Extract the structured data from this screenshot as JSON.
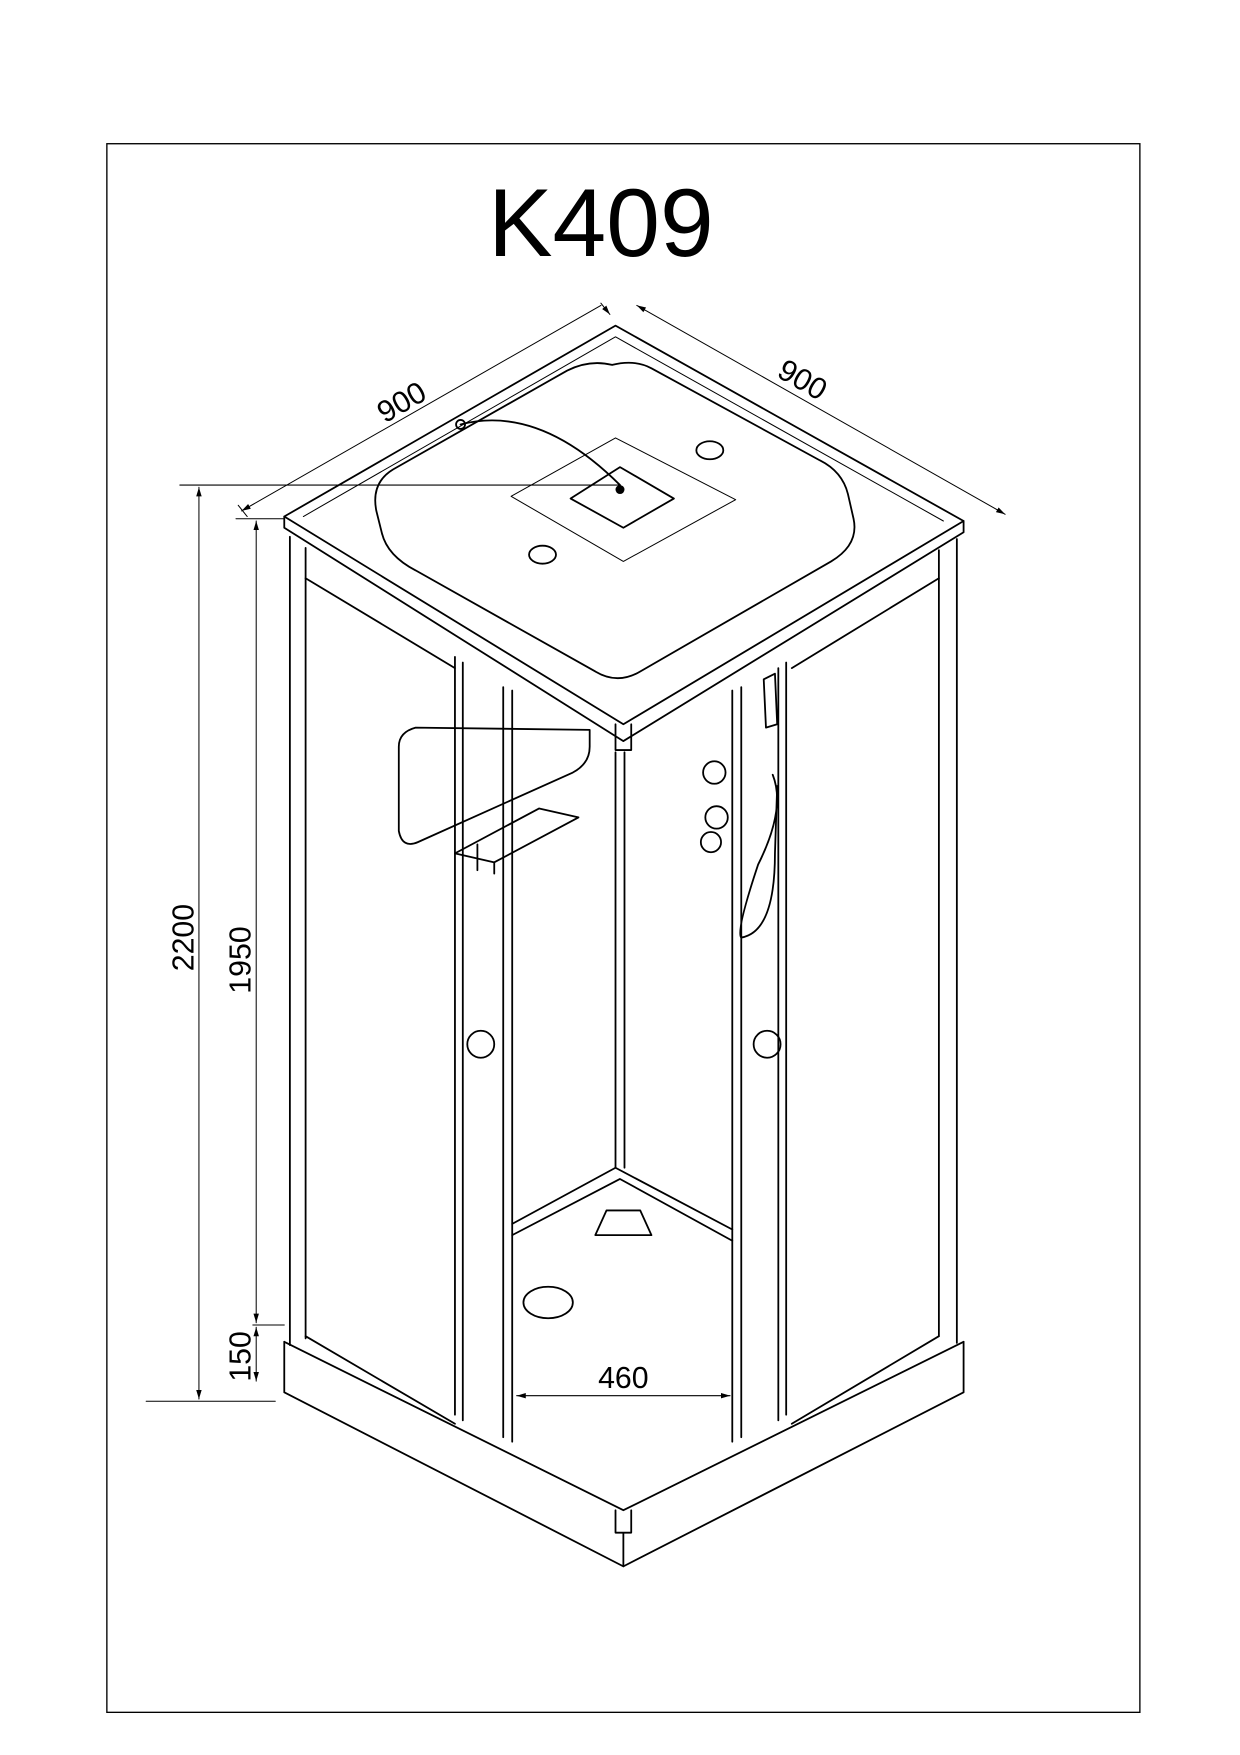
{
  "title": "K409",
  "dimensions": {
    "width_left": "900",
    "width_right": "900",
    "total_height": "2200",
    "cabin_height": "1950",
    "tray_height": "150",
    "door_opening": "460"
  }
}
